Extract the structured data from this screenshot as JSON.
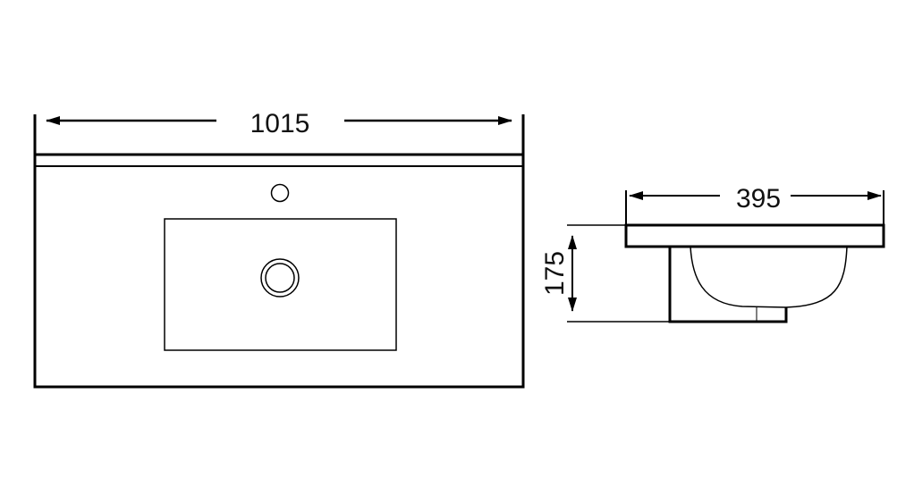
{
  "front_view": {
    "width_label": "1015"
  },
  "side_view": {
    "depth_label": "395",
    "height_label": "175"
  },
  "colors": {
    "line": "#000000",
    "background": "#ffffff"
  }
}
